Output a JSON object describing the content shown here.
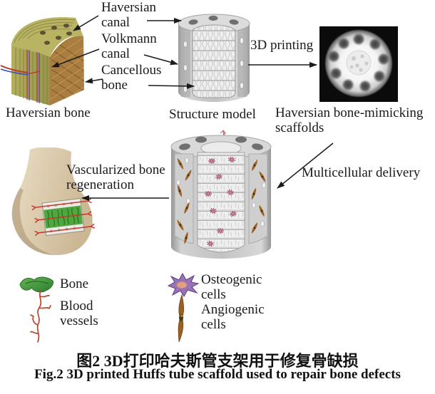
{
  "figure": {
    "caption_zh": "图2 3D打印哈夫斯管支架用于修复骨缺损",
    "caption_en": "Fig.2 3D printed Huffs tube scaffold used to repair bone defects"
  },
  "panels": {
    "haversian_bone": {
      "caption": "Haversian bone"
    },
    "structure_model": {
      "caption": "Structure model"
    },
    "scaffold_photo": {
      "caption": "Haversian bone-mimicking scaffolds"
    }
  },
  "annotations": {
    "haversian_canal": "Haversian canal",
    "volkmann_canal": "Volkmann canal",
    "cancellous_bone": "Cancellous bone",
    "printing": "3D printing",
    "multicellular": "Multicellular delivery",
    "vascularized": "Vascularized bone regeneration"
  },
  "legend": {
    "items": [
      {
        "icon": "bone-icon",
        "label": "Bone",
        "color": "#4e9e44"
      },
      {
        "icon": "blood-vessels-icon",
        "label": "Blood vessels",
        "color": "#b5472e"
      },
      {
        "icon": "osteogenic-cells-icon",
        "label": "Osteogenic cells",
        "color": "#9a73b5"
      },
      {
        "icon": "angiogenic-cells-icon",
        "label": "Angiogenic cells",
        "color": "#9c6120"
      }
    ]
  },
  "colors": {
    "background": "#ffffff",
    "arrow": "#1a1a1a",
    "text": "#1a1a1a",
    "bone_olive": "#b3af5e",
    "cancellous_brown": "#a97e40",
    "vessel_red": "#c03030",
    "vessel_blue": "#3a50b4",
    "scaffold_gray": "#c6c6c6",
    "scaffold_interior": "#efefef",
    "bone_beige": "#d9c9a8",
    "regenerated_green": "#4fa83f",
    "photo_background": "#0b0b0b",
    "photo_disc": "#f4f4f4"
  }
}
